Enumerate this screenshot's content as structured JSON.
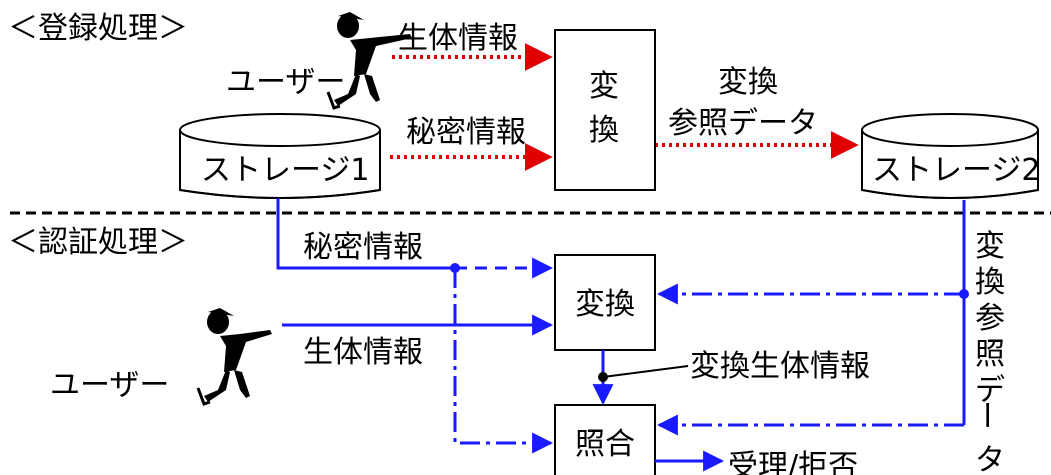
{
  "registration": {
    "title": "＜登録処理＞",
    "user_label": "ユーザー",
    "biometric_label": "生体情報",
    "secret_label": "秘密情報",
    "transform_box": [
      "変",
      "換"
    ],
    "ref_data_label": [
      "変換",
      "参照データ"
    ],
    "storage1": "ストレージ1",
    "storage2": "ストレージ2"
  },
  "authentication": {
    "title": "＜認証処理＞",
    "secret_label": "秘密情報",
    "biometric_label": "生体情報",
    "user_label": "ユーザー",
    "transform_box": "変換",
    "match_box": "照合",
    "transformed_bio_label": "変換生体情報",
    "result_label": "受理/拒否",
    "ref_data_vertical": [
      "変",
      "換",
      "参",
      "照",
      "デ",
      "ー",
      "タ"
    ]
  },
  "colors": {
    "registration_flow": "#e00000",
    "authentication_flow": "#1a1aff",
    "outline": "#000000"
  }
}
